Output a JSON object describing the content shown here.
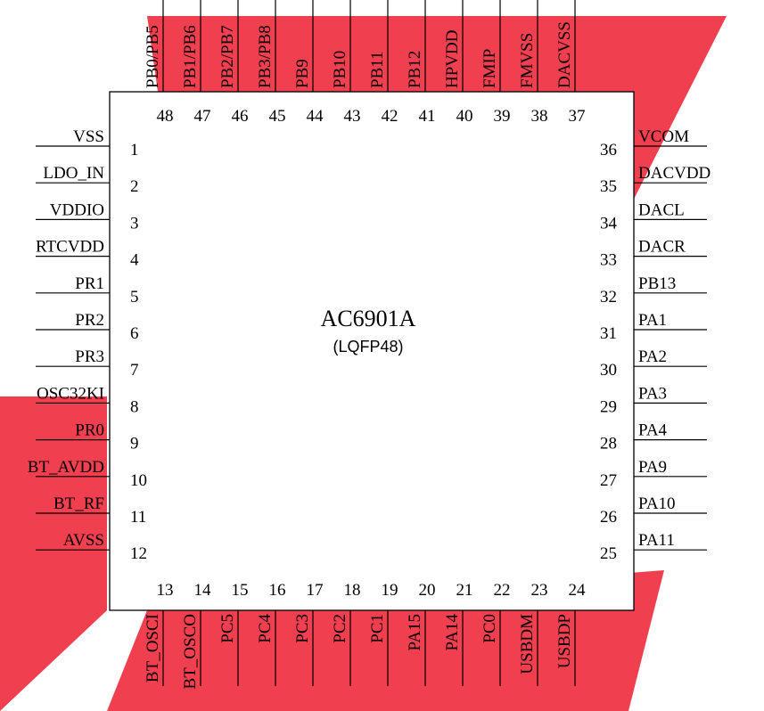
{
  "chip": {
    "name": "AC6901A",
    "package": "(LQFP48)"
  },
  "colors": {
    "watermark": "#ee2a3c",
    "stroke": "#000000",
    "background": "#ffffff"
  },
  "pins": {
    "left": [
      {
        "num": "1",
        "label": "VSS"
      },
      {
        "num": "2",
        "label": "LDO_IN"
      },
      {
        "num": "3",
        "label": "VDDIO"
      },
      {
        "num": "4",
        "label": "RTCVDD"
      },
      {
        "num": "5",
        "label": "PR1"
      },
      {
        "num": "6",
        "label": "PR2"
      },
      {
        "num": "7",
        "label": "PR3"
      },
      {
        "num": "8",
        "label": "OSC32KI"
      },
      {
        "num": "9",
        "label": "PR0"
      },
      {
        "num": "10",
        "label": "BT_AVDD"
      },
      {
        "num": "11",
        "label": "BT_RF"
      },
      {
        "num": "12",
        "label": "AVSS"
      }
    ],
    "bottom": [
      {
        "num": "13",
        "label": "BT_OSCI"
      },
      {
        "num": "14",
        "label": "BT_OSCO"
      },
      {
        "num": "15",
        "label": "PC5"
      },
      {
        "num": "16",
        "label": "PC4"
      },
      {
        "num": "17",
        "label": "PC3"
      },
      {
        "num": "18",
        "label": "PC2"
      },
      {
        "num": "19",
        "label": "PC1"
      },
      {
        "num": "20",
        "label": "PA15"
      },
      {
        "num": "21",
        "label": "PA14"
      },
      {
        "num": "22",
        "label": "PC0"
      },
      {
        "num": "23",
        "label": "USBDM"
      },
      {
        "num": "24",
        "label": "USBDP"
      }
    ],
    "right": [
      {
        "num": "25",
        "label": "PA11"
      },
      {
        "num": "26",
        "label": "PA10"
      },
      {
        "num": "27",
        "label": "PA9"
      },
      {
        "num": "28",
        "label": "PA4"
      },
      {
        "num": "29",
        "label": "PA3"
      },
      {
        "num": "30",
        "label": "PA2"
      },
      {
        "num": "31",
        "label": "PA1"
      },
      {
        "num": "32",
        "label": "PB13"
      },
      {
        "num": "33",
        "label": "DACR"
      },
      {
        "num": "34",
        "label": "DACL"
      },
      {
        "num": "35",
        "label": "DACVDD"
      },
      {
        "num": "36",
        "label": "VCOM"
      }
    ],
    "top": [
      {
        "num": "37",
        "label": "DACVSS"
      },
      {
        "num": "38",
        "label": "FMVSS"
      },
      {
        "num": "39",
        "label": "FMIP"
      },
      {
        "num": "40",
        "label": "HPVDD"
      },
      {
        "num": "41",
        "label": "PB12"
      },
      {
        "num": "42",
        "label": "PB11"
      },
      {
        "num": "43",
        "label": "PB10"
      },
      {
        "num": "44",
        "label": "PB9"
      },
      {
        "num": "45",
        "label": "PB3/PB8"
      },
      {
        "num": "46",
        "label": "PB2/PB7"
      },
      {
        "num": "47",
        "label": "PB1/PB6"
      },
      {
        "num": "48",
        "label": "PB0/PB5"
      }
    ]
  }
}
